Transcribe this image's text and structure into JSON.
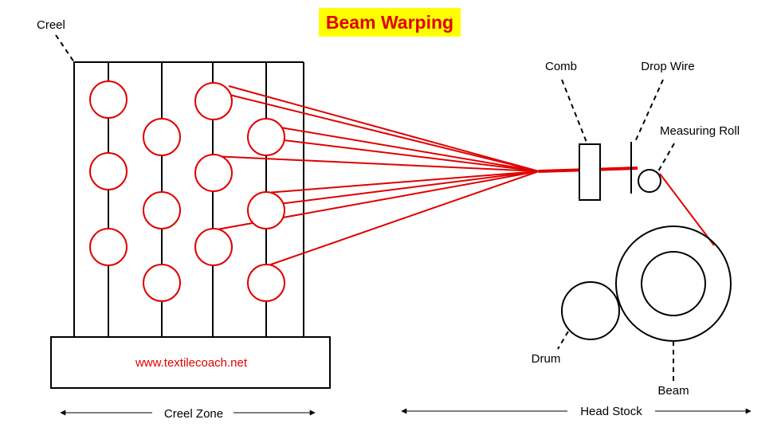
{
  "title": "Beam Warping",
  "labels": {
    "creel": "Creel",
    "comb": "Comb",
    "drop_wire": "Drop Wire",
    "measuring_roll": "Measuring Roll",
    "drum": "Drum",
    "beam": "Beam",
    "website": "www.textilecoach.net",
    "creel_zone": "Creel Zone",
    "head_stock": "Head Stock"
  },
  "colors": {
    "title_highlight": "#ffff00",
    "yarn_red": "#e00000",
    "outline": "#000000"
  }
}
